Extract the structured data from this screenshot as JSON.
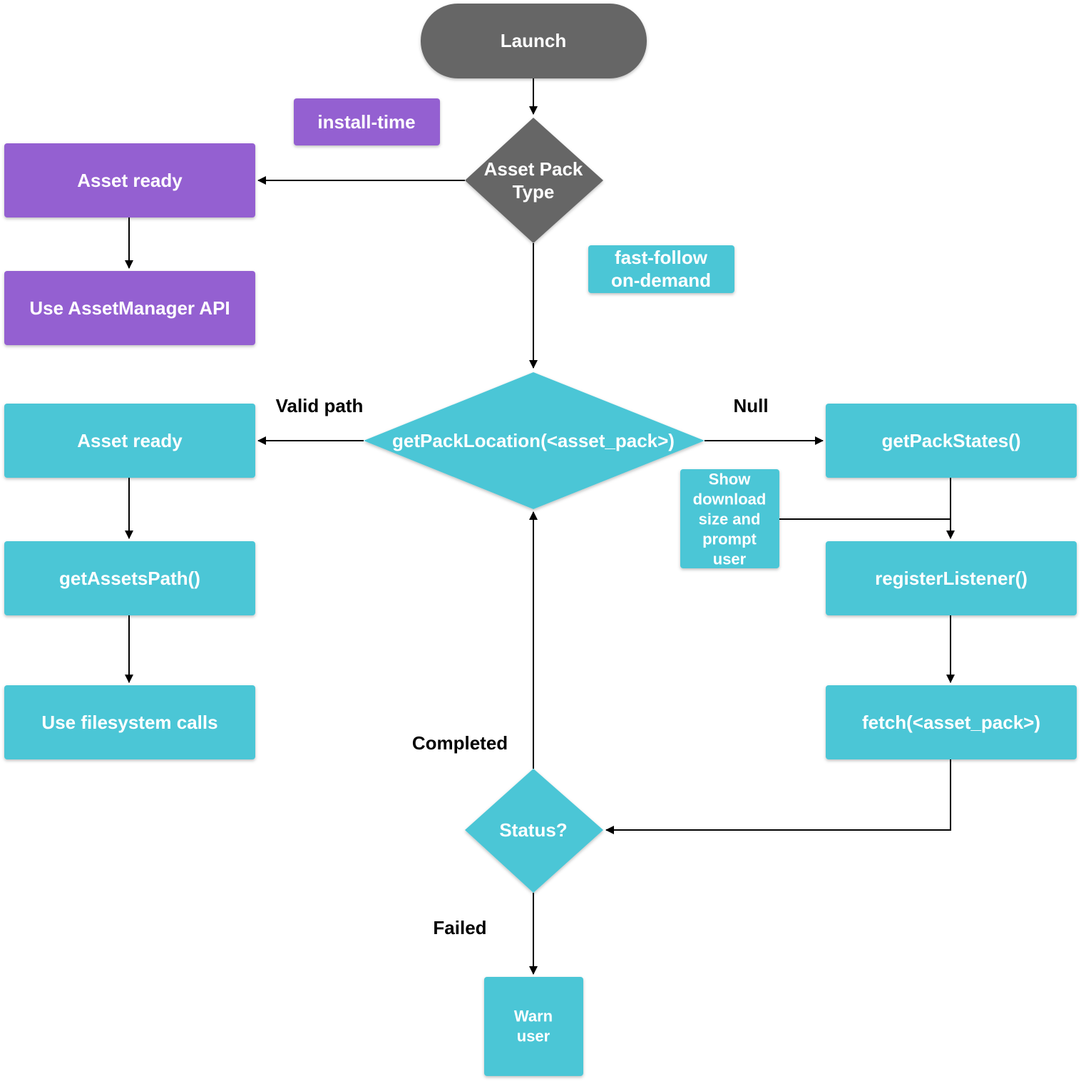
{
  "colors": {
    "start": "#666666",
    "install_time": "#9461d1",
    "on_demand": "#4bc6d6",
    "text": "#ffffff",
    "label": "#000000",
    "edge": "#000000"
  },
  "nodes": {
    "launch": "Launch",
    "asset_pack_type": [
      "Asset Pack",
      "Type"
    ],
    "install_time_tag": "install-time",
    "fast_follow_tag": [
      "fast-follow",
      "on-demand"
    ],
    "asset_ready_install": "Asset ready",
    "use_asset_manager": "Use AssetManager API",
    "get_pack_location": "getPackLocation(<asset_pack>)",
    "asset_ready_path": "Asset ready",
    "get_assets_path": "getAssetsPath()",
    "use_filesystem": "Use filesystem calls",
    "get_pack_states": "getPackStates()",
    "show_download": [
      "Show",
      "download",
      "size and",
      "prompt",
      "user"
    ],
    "register_listener": "registerListener()",
    "fetch": "fetch(<asset_pack>)",
    "status": "Status?",
    "warn_user": [
      "Warn",
      "user"
    ]
  },
  "edge_labels": {
    "valid_path": "Valid path",
    "null": "Null",
    "completed": "Completed",
    "failed": "Failed"
  }
}
